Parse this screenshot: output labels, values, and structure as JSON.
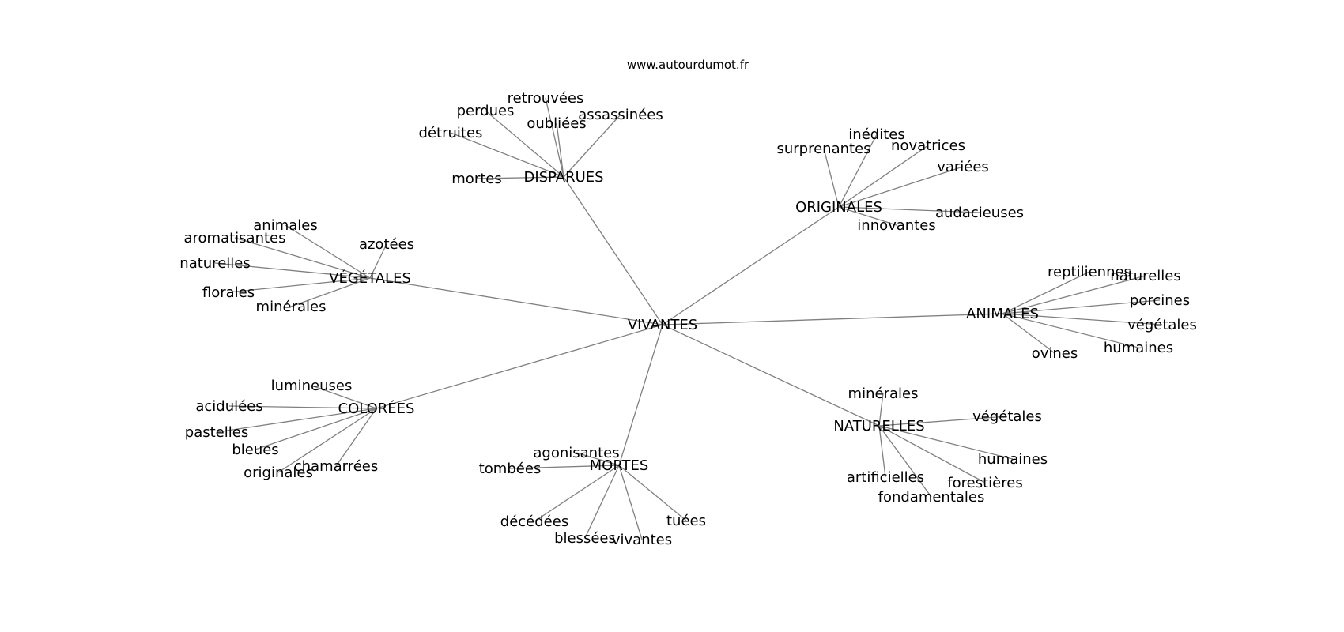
{
  "source": "www.autourdumot.fr",
  "colors": {
    "edge": "#808080",
    "text": "#000000",
    "background": "#ffffff"
  },
  "graph": {
    "center": "VIVANTES",
    "branches": [
      {
        "id": "disparues",
        "label": "DISPARUES",
        "leaves": [
          "retrouvées",
          "perdues",
          "oubliées",
          "assassinées",
          "détruites",
          "mortes"
        ]
      },
      {
        "id": "originales",
        "label": "ORIGINALES",
        "leaves": [
          "inédites",
          "surprenantes",
          "novatrices",
          "variées",
          "audacieuses",
          "innovantes"
        ]
      },
      {
        "id": "vegetales",
        "label": "VÉGÉTALES",
        "leaves": [
          "animales",
          "aromatisantes",
          "azotées",
          "naturelles",
          "florales",
          "minérales"
        ]
      },
      {
        "id": "animales",
        "label": "ANIMALES",
        "leaves": [
          "reptiliennes",
          "naturelles",
          "porcines",
          "végétales",
          "humaines",
          "ovines"
        ]
      },
      {
        "id": "colorees",
        "label": "COLORÉES",
        "leaves": [
          "lumineuses",
          "acidulées",
          "pastelles",
          "bleues",
          "originales",
          "chamarrées"
        ]
      },
      {
        "id": "naturelles",
        "label": "NATURELLES",
        "leaves": [
          "minérales",
          "végétales",
          "humaines",
          "artificielles",
          "forestières",
          "fondamentales"
        ]
      },
      {
        "id": "mortes",
        "label": "MORTES",
        "leaves": [
          "agonisantes",
          "tombées",
          "décédées",
          "tuées",
          "blessées",
          "vivantes"
        ]
      }
    ]
  }
}
